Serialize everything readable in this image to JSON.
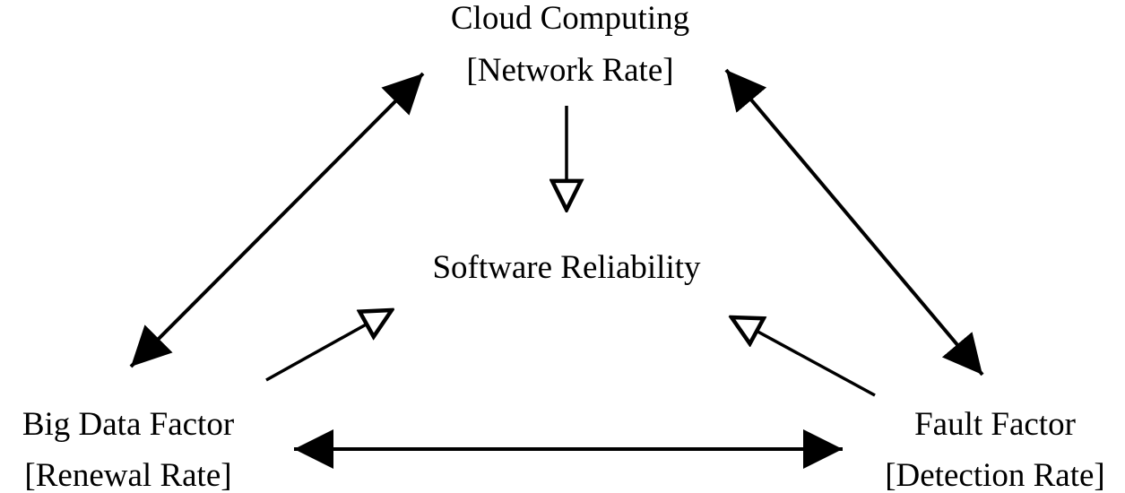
{
  "diagram": {
    "nodes": {
      "cloud": {
        "line1": "Cloud Computing",
        "line2": "[Network Rate]"
      },
      "reliability": {
        "line1": "Software Reliability"
      },
      "big_data": {
        "line1": "Big Data Factor",
        "line2": "[Renewal Rate]"
      },
      "fault": {
        "line1": "Fault Factor",
        "line2": "[Detection Rate]"
      }
    },
    "edges": [
      {
        "from": "cloud",
        "to": "big_data",
        "style": "bidirectional-solid"
      },
      {
        "from": "cloud",
        "to": "fault",
        "style": "bidirectional-solid"
      },
      {
        "from": "big_data",
        "to": "fault",
        "style": "bidirectional-solid"
      },
      {
        "from": "cloud",
        "to": "reliability",
        "style": "hollow-arrow"
      },
      {
        "from": "big_data",
        "to": "reliability",
        "style": "hollow-arrow"
      },
      {
        "from": "fault",
        "to": "reliability",
        "style": "hollow-arrow"
      }
    ],
    "colors": {
      "stroke": "#000000",
      "background": "#ffffff"
    }
  }
}
